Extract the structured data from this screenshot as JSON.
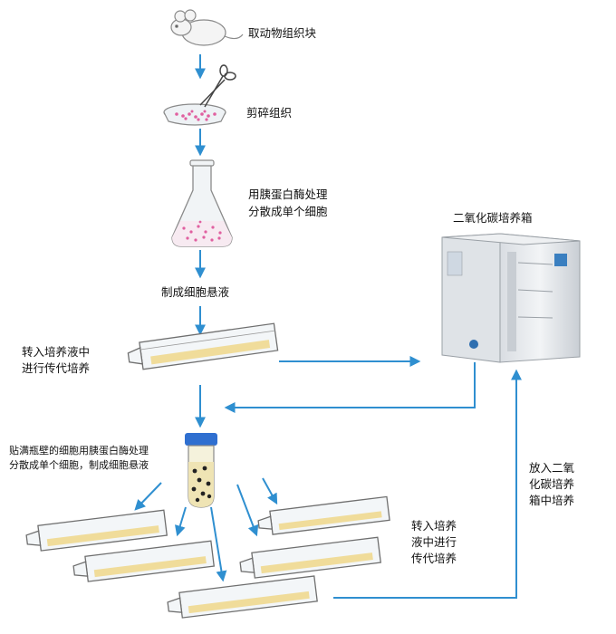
{
  "labels": {
    "step1": "取动物组织块",
    "step2": "剪碎组织",
    "step3_line1": "用胰蛋白酶处理",
    "step3_line2": "分散成单个细胞",
    "step4": "制成细胞悬液",
    "step5_line1": "转入培养液中",
    "step5_line2": "进行传代培养",
    "incubator": "二氧化碳培养箱",
    "step6_line1": "贴满瓶壁的细胞用胰蛋白酶处理",
    "step6_line2": "分散成单个细胞，制成细胞悬液",
    "step7_line1": "转入培养",
    "step7_line2": "液中进行",
    "step7_line3": "传代培养",
    "return_line1": "放入二氧",
    "return_line2": "化碳培养",
    "return_line3": "箱中培养"
  },
  "colors": {
    "arrow": "#2f8fd0",
    "cells": "#e060a0",
    "flask_cells": "#f0dc9a",
    "incubator_body": "#e8ebee"
  }
}
